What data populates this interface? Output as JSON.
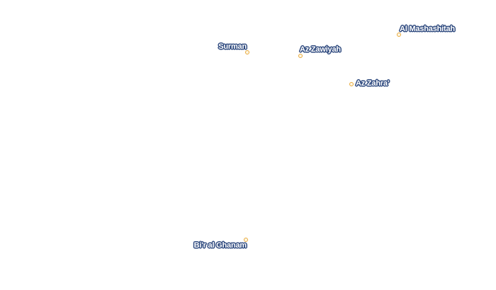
{
  "map": {
    "marker_color": "#e8a93a",
    "label_halo_color": "#2f4a7f",
    "label_text_color": "#ffffff",
    "places": [
      {
        "name": "Al Mashashitah"
      },
      {
        "name": "Surman"
      },
      {
        "name": "Az Zawiyah"
      },
      {
        "name": "Az Zahra'"
      },
      {
        "name": "Bi'r al Ghanam"
      }
    ]
  }
}
